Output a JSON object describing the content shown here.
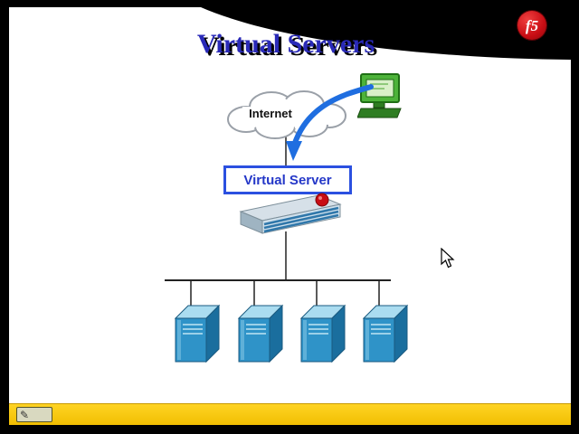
{
  "slide": {
    "title": "Virtual Servers"
  },
  "brand": {
    "logo_text": "f5"
  },
  "diagram": {
    "cloud_label": "Internet",
    "virtual_server_label": "Virtual Server",
    "server_count": 4,
    "icons": [
      "internet-cloud-icon",
      "client-computer-icon",
      "bigip-appliance-icon",
      "server-tower-icon"
    ]
  },
  "toolbar": {
    "annotation_icon": "pencil-icon",
    "pencil_glyph": "✎"
  },
  "colors": {
    "title_blue": "#2a2ab8",
    "accent_bar_yellow": "#f0bd00",
    "arrow_blue": "#1f6ee0",
    "server_blue": "#2f93c8",
    "logo_red": "#c80d14",
    "virtual_server_border": "#2b50e0"
  }
}
